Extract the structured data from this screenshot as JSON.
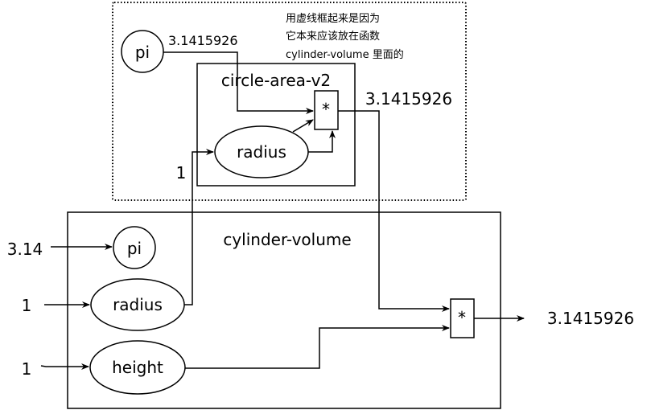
{
  "note": {
    "line1": "用虚线框起来是因为",
    "line2": "它本来应该放在函数",
    "line3": "cylinder-volume 里面的"
  },
  "inner_function": {
    "title": "circle-area-v2",
    "pi_label": "pi",
    "pi_value": "3.1415926",
    "radius_label": "radius",
    "radius_input": "1",
    "multiply_label": "*",
    "output_value": "3.1415926"
  },
  "outer_function": {
    "title": "cylinder-volume",
    "pi_label": "pi",
    "radius_label": "radius",
    "height_label": "height",
    "multiply_label": "*"
  },
  "inputs": {
    "pi_arg": "3.14",
    "radius_arg": "1",
    "height_arg": "1"
  },
  "result": "3.1415926"
}
